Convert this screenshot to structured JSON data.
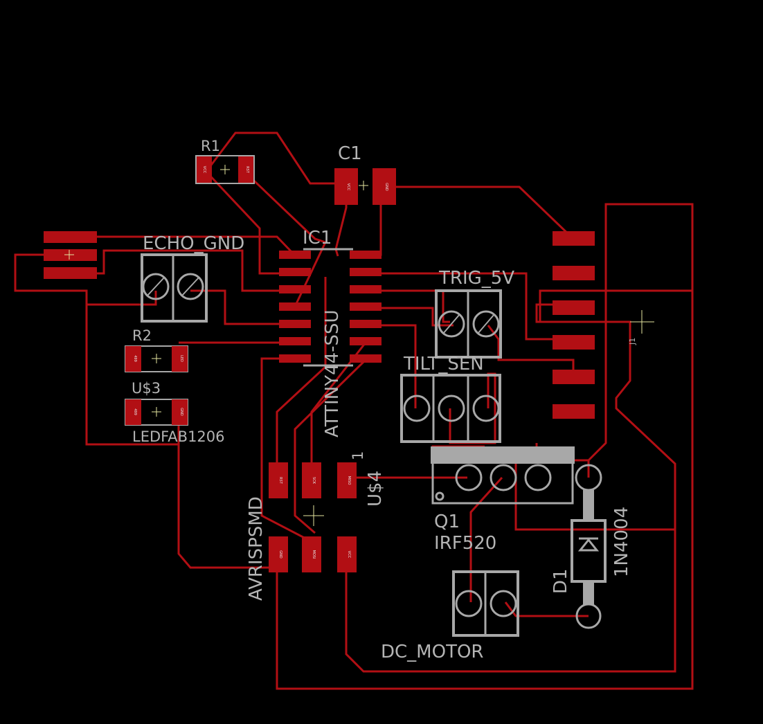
{
  "title": "",
  "components": {
    "r1": "R1",
    "c1": "C1",
    "ic1": "IC1",
    "echo_gnd": "ECHO_GND",
    "trig_5v": "TRIG_5V",
    "tilt_sen": "TILT_SEN",
    "r2": "R2",
    "us3": "U$3",
    "ledfab": "LEDFAB1206",
    "attiny": "ATTINY44-SSU",
    "avrispsmd": "AVRISPSMD",
    "us4": "U$4",
    "q1": "Q1",
    "irf520": "IRF520",
    "d1": "D1",
    "diode_part": "1N4004",
    "dc_motor": "DC_MOTOR",
    "j1": "J1"
  },
  "pads": {
    "r1_1": "VCC",
    "r1_2": "RST",
    "c1_1": "VCC",
    "c1_2": "GND",
    "r2_1": "499",
    "r2_2": "LED",
    "us3_1": "499",
    "us3_2": "GND",
    "isp_5": "RST",
    "isp_3": "SCK",
    "isp_1": "MISO",
    "isp_6": "GND",
    "isp_4": "MOSI",
    "isp_2": "VCC"
  },
  "pin_numbers": {
    "one": "1"
  },
  "colors": {
    "background": "#000000",
    "copper": "#b20f14",
    "silkscreen": "#b4b4b4",
    "origin": "#e6e6a0"
  }
}
